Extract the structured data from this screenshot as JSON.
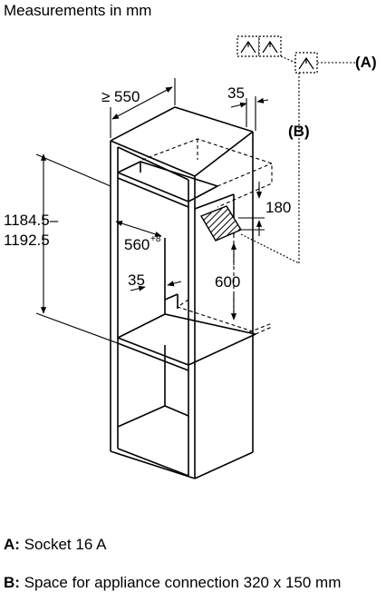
{
  "title": "Measurements in mm",
  "dimensions": {
    "depth": "≥ 550",
    "top_gap": "35",
    "height_line1": "1184.5–",
    "height_line2": "1192.5",
    "niche_width": "560",
    "niche_width_tolerance": "+8",
    "socket_offset": "35",
    "socket_height": "600",
    "zone_height": "180"
  },
  "callouts": {
    "a": "(A)",
    "b": "(B)"
  },
  "legend": [
    {
      "key": "A:",
      "text": "Socket 16 A"
    },
    {
      "key": "B:",
      "text": "Space for appliance connection 320 x 150 mm"
    }
  ]
}
